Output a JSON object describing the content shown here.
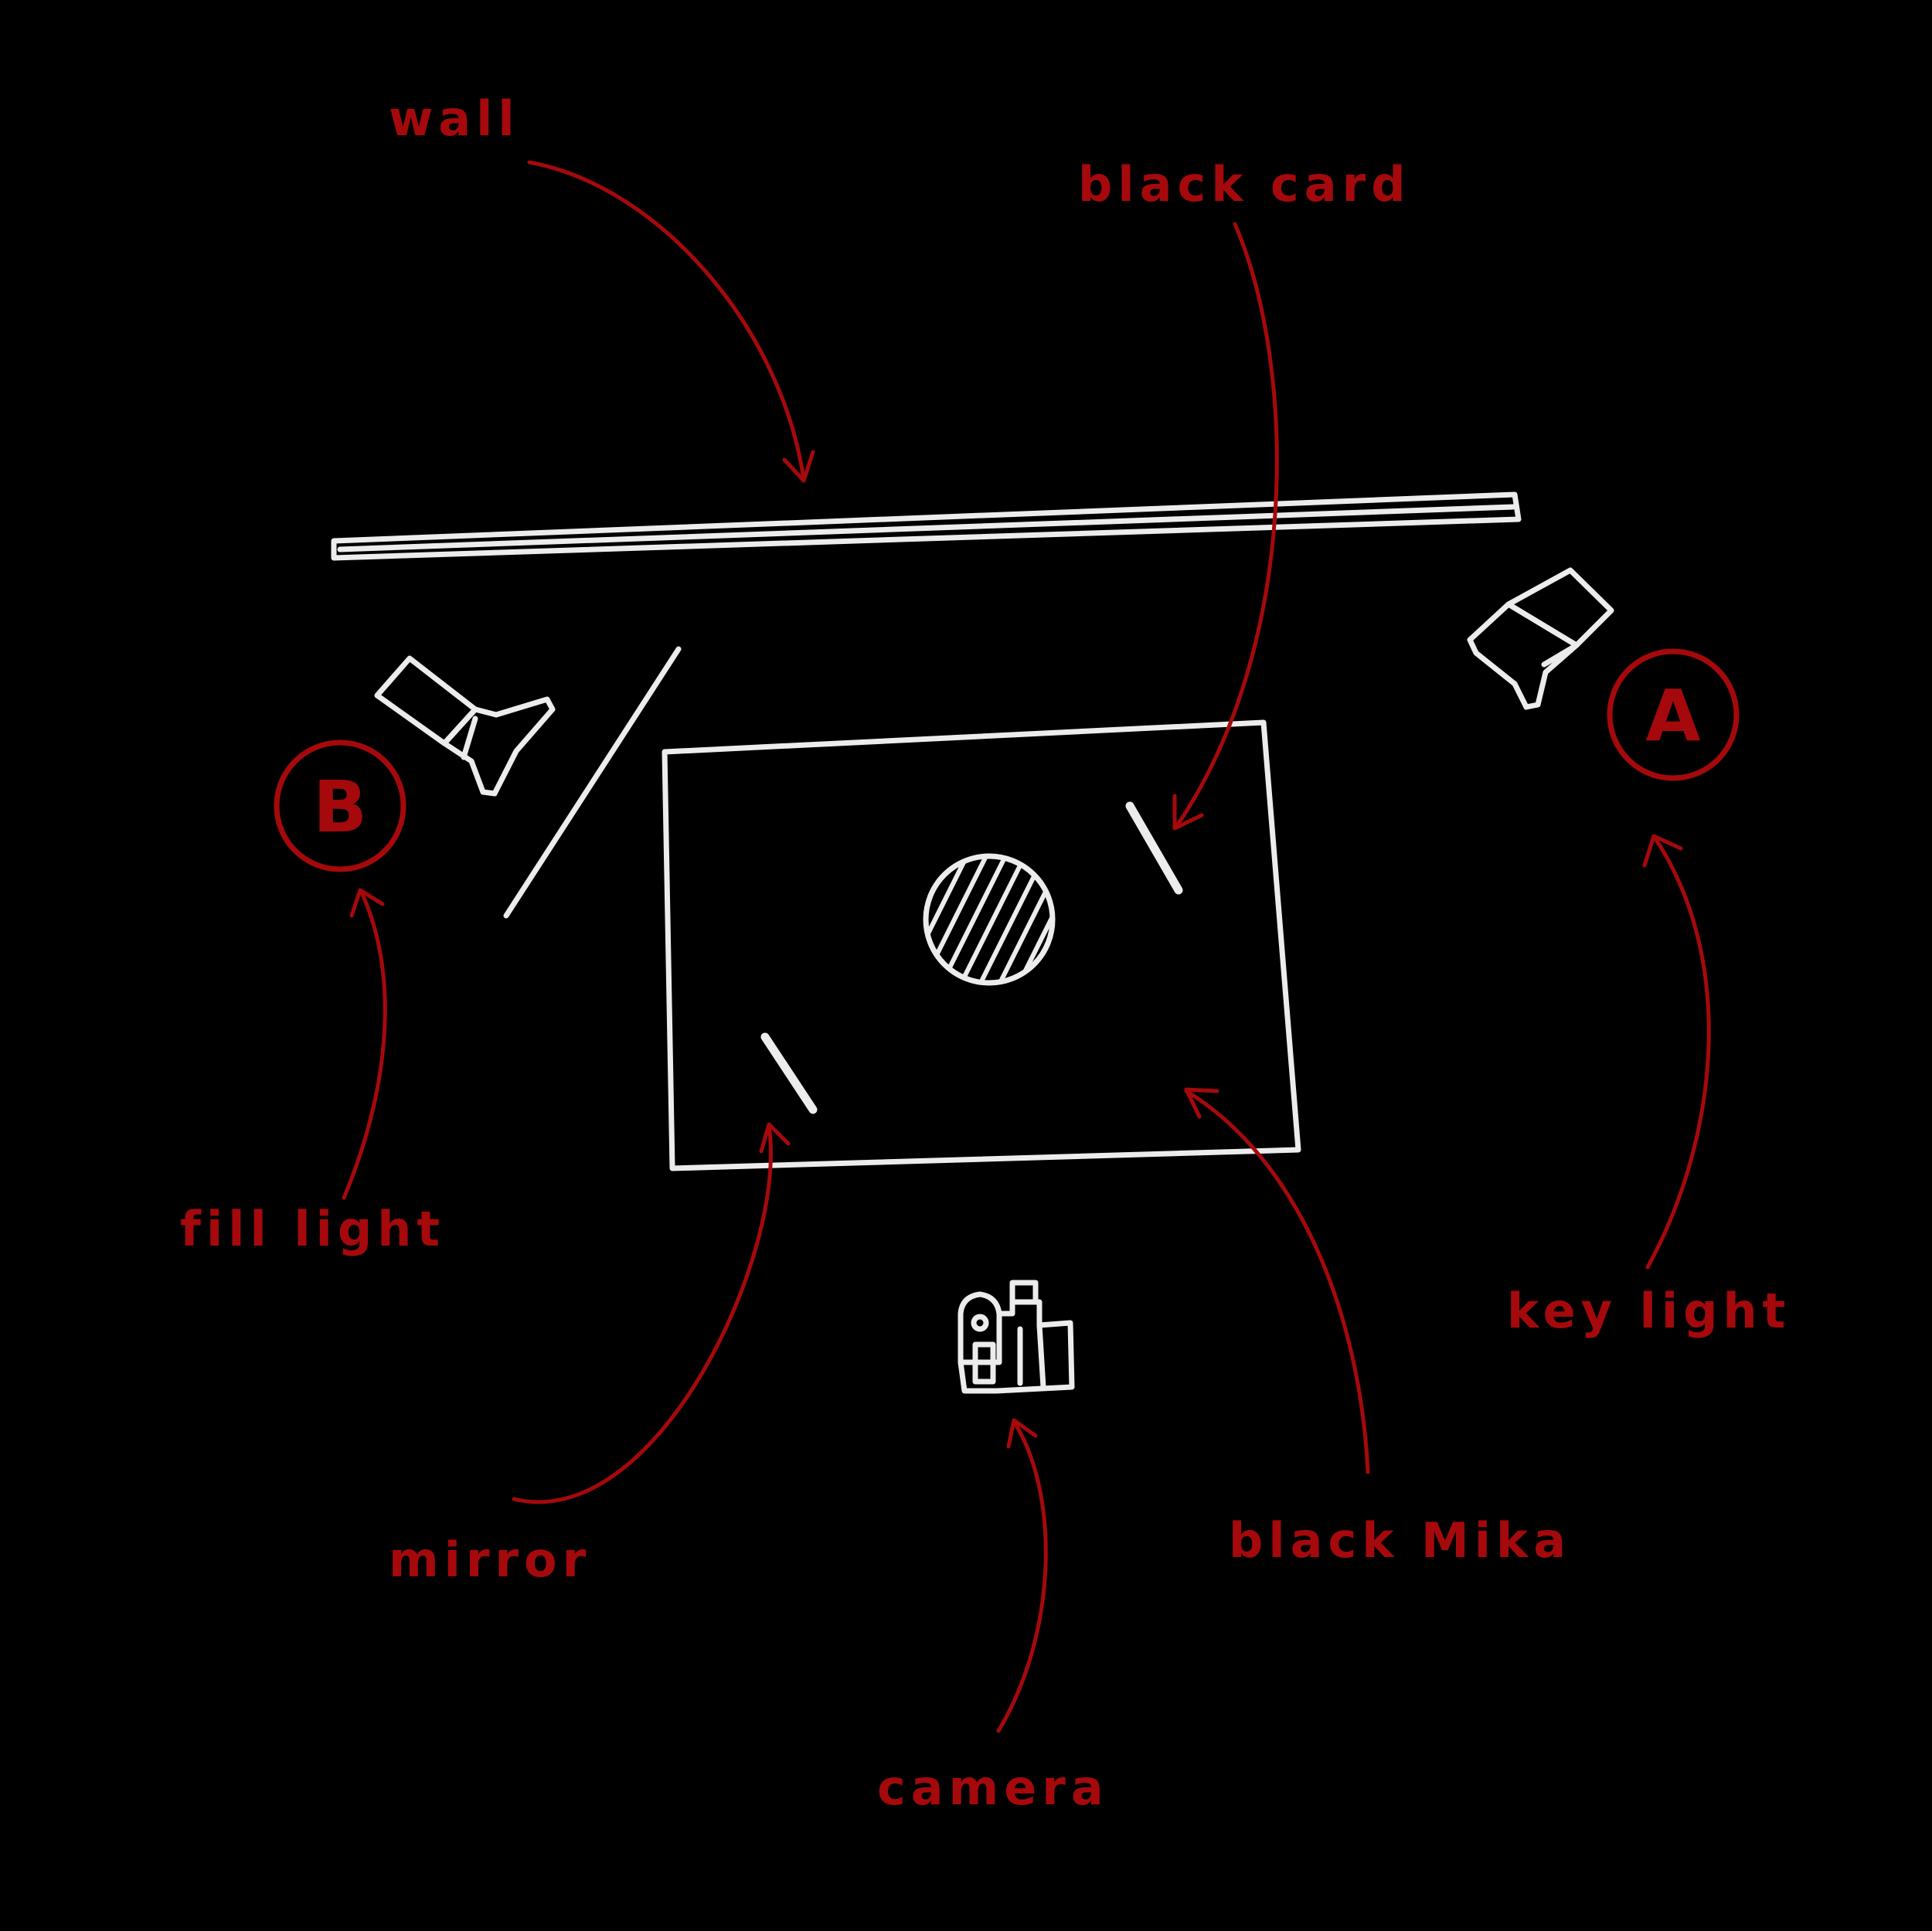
{
  "labels": {
    "wall": "wall",
    "black_card": "black card",
    "fill_light": "fill light",
    "key_light": "key light",
    "mirror": "mirror",
    "black_mika": "black Mika",
    "camera": "camera"
  },
  "badges": {
    "key": "A",
    "fill": "B"
  },
  "colors": {
    "background": "#000000",
    "annotation": "#a5090c",
    "chalk": "#ececec"
  }
}
